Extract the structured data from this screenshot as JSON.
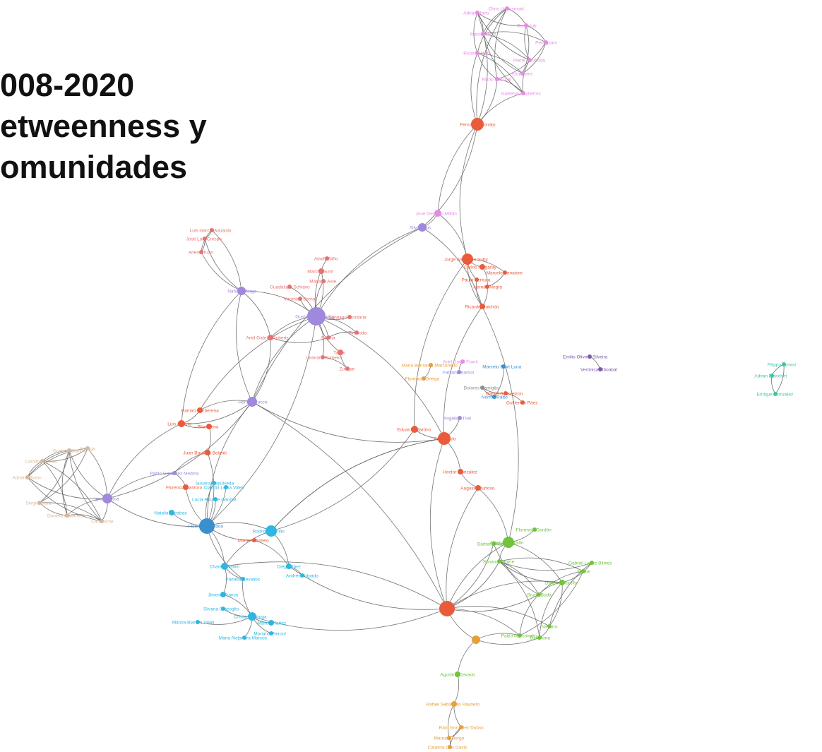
{
  "title": {
    "line1": "008-2020",
    "line2": "etweenness y",
    "line3": "omunidades"
  },
  "colors": {
    "pink": "#e58ce4",
    "red": "#ea5b3c",
    "purple": "#a088dc",
    "salmon": "#e8706f",
    "cyan": "#2fb6e2",
    "green": "#6fc43a",
    "orange": "#e5a03a",
    "beige": "#d8b79a",
    "teal": "#3fc7a6",
    "grey": "#8d8d8d",
    "blue": "#3a8fcf",
    "darkpurple": "#7e5aa8"
  },
  "nodes": [
    {
      "id": "a1",
      "label": "Chris Untersmoid",
      "community": "pink"
    },
    {
      "id": "a2",
      "label": "Adrian Harto",
      "community": "pink"
    },
    {
      "id": "a3",
      "label": "Canestub",
      "community": "pink"
    },
    {
      "id": "a4",
      "label": "Marco Renzi",
      "community": "pink"
    },
    {
      "id": "a5",
      "label": "Penfigsam",
      "community": "pink"
    },
    {
      "id": "a6",
      "label": "Ricardo Matz",
      "community": "pink"
    },
    {
      "id": "a7",
      "label": "Pierre Svoboda",
      "community": "pink"
    },
    {
      "id": "a8",
      "label": "Mario Pascual",
      "community": "pink"
    },
    {
      "id": "a9",
      "label": "Eloy Saez",
      "community": "pink"
    },
    {
      "id": "a10",
      "label": "Guillermo Gutierrez",
      "community": "pink"
    },
    {
      "id": "a11",
      "label": "Fernando Bonato",
      "community": "red"
    },
    {
      "id": "b1",
      "label": "José Gerardo Millán",
      "community": "pink"
    },
    {
      "id": "b2",
      "label": "Silvia Rios",
      "community": "purple"
    },
    {
      "id": "c1",
      "label": "Jorge Alejandro Suby",
      "community": "red"
    },
    {
      "id": "c2",
      "label": "Carlos Iturgaray",
      "community": "red"
    },
    {
      "id": "c3",
      "label": "Marcelo Senatore",
      "community": "red"
    },
    {
      "id": "c4",
      "label": "Paula Ventura",
      "community": "red"
    },
    {
      "id": "c5",
      "label": "Hernán Negra",
      "community": "red"
    },
    {
      "id": "c6",
      "label": "Ricardo Guichón",
      "community": "red"
    },
    {
      "id": "d1",
      "label": "Luis Garcia Aduardo",
      "community": "salmon"
    },
    {
      "id": "d2",
      "label": "José Luis Crespo",
      "community": "salmon"
    },
    {
      "id": "d3",
      "label": "Arlene Tuan",
      "community": "salmon"
    },
    {
      "id": "d4",
      "label": "Nahuel Morgo",
      "community": "purple"
    },
    {
      "id": "d5",
      "label": "Adolfo Niño",
      "community": "salmon"
    },
    {
      "id": "d6",
      "label": "Marcia Gurin",
      "community": "salmon"
    },
    {
      "id": "d7",
      "label": "Mariano Aste",
      "community": "salmon"
    },
    {
      "id": "d8",
      "label": "Guadalupe Schiavo",
      "community": "salmon"
    },
    {
      "id": "d9",
      "label": "Verónica Serna",
      "community": "salmon"
    },
    {
      "id": "d10",
      "label": "Gustavo Barrientos",
      "community": "purple"
    },
    {
      "id": "d11",
      "label": "Santiago Frontaria",
      "community": "salmon"
    },
    {
      "id": "d12",
      "label": "Svoboda",
      "community": "salmon"
    },
    {
      "id": "d13",
      "label": "Ariel Gabriel Roberts",
      "community": "salmon"
    },
    {
      "id": "d14",
      "label": "Fujima",
      "community": "salmon"
    },
    {
      "id": "d15",
      "label": "Taylor",
      "community": "salmon"
    },
    {
      "id": "d16",
      "label": "Zuelgar",
      "community": "salmon"
    },
    {
      "id": "d17",
      "label": "Leandro Romero",
      "community": "salmon"
    },
    {
      "id": "e1",
      "label": "Hernán Pucco",
      "community": "purple"
    },
    {
      "id": "f1",
      "label": "Maria Bernarda Marconetto",
      "community": "orange"
    },
    {
      "id": "f2",
      "label": "Ariel David Frank",
      "community": "pink"
    },
    {
      "id": "f3",
      "label": "Fabiana Bartun",
      "community": "purple"
    },
    {
      "id": "f4",
      "label": "Florencia Ortega",
      "community": "orange"
    },
    {
      "id": "f5",
      "label": "Marcelo Sturt Luna",
      "community": "blue"
    },
    {
      "id": "f6",
      "label": "Dolores Camiglia",
      "community": "grey"
    },
    {
      "id": "f7",
      "label": "Daniel Sotavelzon",
      "community": "red"
    },
    {
      "id": "f8",
      "label": "Norma Ratto",
      "community": "blue"
    },
    {
      "id": "f9",
      "label": "Guillermo Páez",
      "community": "red"
    },
    {
      "id": "g1",
      "label": "Emilio Olivera Silveira",
      "community": "darkpurple"
    },
    {
      "id": "g2",
      "label": "Verónica Alboabal",
      "community": "darkpurple"
    },
    {
      "id": "h1",
      "label": "Filippo Iamasi",
      "community": "teal"
    },
    {
      "id": "h2",
      "label": "Adrian Blanchet",
      "community": "teal"
    },
    {
      "id": "h3",
      "label": "Enrique Gonzalez",
      "community": "teal"
    },
    {
      "id": "i1",
      "label": "Angélica Troll",
      "community": "purple"
    },
    {
      "id": "i2",
      "label": "Eduardo Martino",
      "community": "red"
    },
    {
      "id": "i3",
      "label": "Zangrando",
      "community": "red"
    },
    {
      "id": "i4",
      "label": "Hector Gonzalez",
      "community": "red"
    },
    {
      "id": "i5",
      "label": "Augusto Burtoso",
      "community": "red"
    },
    {
      "id": "j1",
      "label": "Ramiro Barberena",
      "community": "red"
    },
    {
      "id": "j2",
      "label": "Luis Alberto",
      "community": "red"
    },
    {
      "id": "j3",
      "label": "Pilar Pena",
      "community": "red"
    },
    {
      "id": "j4",
      "label": "Juan Bautista Belardi",
      "community": "red"
    },
    {
      "id": "j5",
      "label": "Pablo Gonzalez Medina",
      "community": "purple"
    },
    {
      "id": "j6",
      "label": "Florencia Santoro",
      "community": "red"
    },
    {
      "id": "k1",
      "label": "Gustavo Blanco",
      "community": "beige"
    },
    {
      "id": "k2",
      "label": "Astorga",
      "community": "beige"
    },
    {
      "id": "k3",
      "label": "Carolina Garcia",
      "community": "beige"
    },
    {
      "id": "k4",
      "label": "Adriana Rolon",
      "community": "beige"
    },
    {
      "id": "k5",
      "label": "Sergio Paula",
      "community": "beige"
    },
    {
      "id": "k6",
      "label": "Daniela Carbonell",
      "community": "beige"
    },
    {
      "id": "k7",
      "label": "Caracoche",
      "community": "beige"
    },
    {
      "id": "k8",
      "label": "Ignacio Roa",
      "community": "purple"
    },
    {
      "id": "l1",
      "label": "Natalia Sarabaz",
      "community": "cyan"
    },
    {
      "id": "l2",
      "label": "Claudia Lucia Vales",
      "community": "cyan"
    },
    {
      "id": "l3",
      "label": "Susana Sepúlveda",
      "community": "cyan"
    },
    {
      "id": "l4",
      "label": "Lucia Ruiz de Gandal",
      "community": "cyan"
    },
    {
      "id": "l5",
      "label": "Florencia Bordon",
      "community": "blue"
    },
    {
      "id": "l6",
      "label": "Rodrigo Carrillo",
      "community": "cyan"
    },
    {
      "id": "l7",
      "label": "Mariana Sotelo",
      "community": "red"
    },
    {
      "id": "l8",
      "label": "Charles Brown",
      "community": "cyan"
    },
    {
      "id": "l9",
      "label": "Diego Páez",
      "community": "cyan"
    },
    {
      "id": "l10",
      "label": "Andrés Volpado",
      "community": "cyan"
    },
    {
      "id": "l11",
      "label": "Pamela Cevallos",
      "community": "cyan"
    },
    {
      "id": "l12",
      "label": "Jimena Franco",
      "community": "cyan"
    },
    {
      "id": "l13",
      "label": "Silvana Giacoglio",
      "community": "cyan"
    },
    {
      "id": "l14",
      "label": "Cristian Quiroga",
      "community": "cyan"
    },
    {
      "id": "l15",
      "label": "Marcia Bianchi Villali",
      "community": "cyan"
    },
    {
      "id": "l16",
      "label": "Manuel Yañez",
      "community": "cyan"
    },
    {
      "id": "l17",
      "label": "Maria Alejandra Marcos",
      "community": "cyan"
    },
    {
      "id": "l18",
      "label": "Mariana Pieroni",
      "community": "cyan"
    },
    {
      "id": "m1",
      "label": "Florencia Gordón",
      "community": "green"
    },
    {
      "id": "m2",
      "label": "Barbara Mamana",
      "community": "green"
    },
    {
      "id": "m3",
      "label": "Alberto Delgadin",
      "community": "green"
    },
    {
      "id": "m4",
      "label": "Susana Aguirre",
      "community": "green"
    },
    {
      "id": "m5",
      "label": "Gabriel Lopez Bilmes",
      "community": "green"
    },
    {
      "id": "m6",
      "label": "Monte",
      "community": "green"
    },
    {
      "id": "m7",
      "label": "Luciano Morello",
      "community": "green"
    },
    {
      "id": "m8",
      "label": "Bruno Buda",
      "community": "green"
    },
    {
      "id": "m9",
      "label": "Navarro",
      "community": "green"
    },
    {
      "id": "m10",
      "label": "Pablo Marconetto",
      "community": "green"
    },
    {
      "id": "m11",
      "label": "Barahona",
      "community": "green"
    },
    {
      "id": "n1",
      "label": "Agustina Cevado",
      "community": "green"
    },
    {
      "id": "n2",
      "label": "Rafael Sebastián Paunero",
      "community": "orange"
    },
    {
      "id": "n3",
      "label": "Raúl González Dubox",
      "community": "orange"
    },
    {
      "id": "n4",
      "label": "Manuel Giorgo",
      "community": "orange"
    },
    {
      "id": "n5",
      "label": "Catalina Oris Davis",
      "community": "orange"
    }
  ]
}
